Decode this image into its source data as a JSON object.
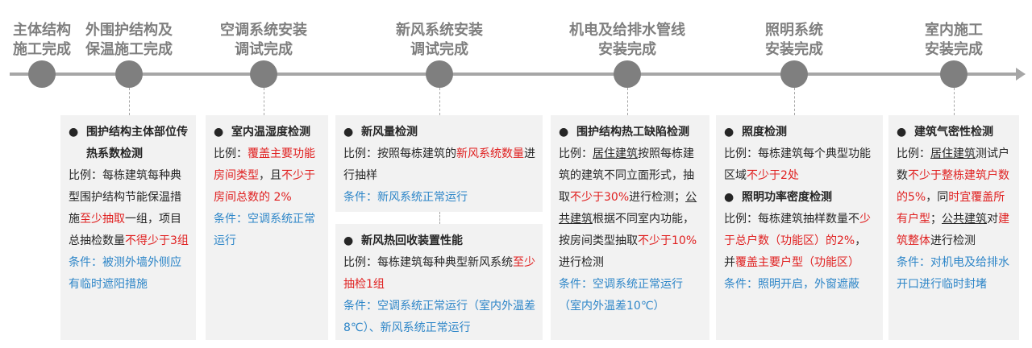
{
  "colors": {
    "node": "#7f7f7f",
    "card_bg": "#f2f2f2",
    "red": "#e02020",
    "blue": "#2e86c8"
  },
  "timeline": [
    {
      "label": [
        "主体结构",
        "施工完成"
      ]
    },
    {
      "label": [
        "外围护结构及",
        "保温施工完成"
      ]
    },
    {
      "label": [
        "空调系统安装",
        "调试完成"
      ]
    },
    {
      "label": [
        "新风系统安装",
        "调试完成"
      ]
    },
    {
      "label": [
        "机电及给排水管线",
        "安装完成"
      ]
    },
    {
      "label": [
        "照明系统",
        "安装完成"
      ]
    },
    {
      "label": [
        "室内施工",
        "安装完成"
      ]
    }
  ],
  "cards": [
    {
      "sections": [
        {
          "title": "围护结构主体部位传热系数检测",
          "paras": [
            [
              {
                "t": "比例：每栋建筑每种典型围护结构节能保温措施",
                "c": "k"
              },
              {
                "t": "至少抽取",
                "c": "r"
              },
              {
                "t": "一组，项目总抽检数量",
                "c": "k"
              },
              {
                "t": "不得少于3组",
                "c": "r"
              }
            ],
            [
              {
                "t": "条件：被测外墙外侧应有临时遮阳措施",
                "c": "b"
              }
            ]
          ]
        }
      ]
    },
    {
      "sections": [
        {
          "title": "室内温湿度检测",
          "paras": [
            [
              {
                "t": "比例：",
                "c": "k"
              },
              {
                "t": "覆盖主要功能房间类型",
                "c": "r"
              },
              {
                "t": "，且",
                "c": "k"
              },
              {
                "t": "不少于房间总数的 2%",
                "c": "r"
              }
            ],
            [
              {
                "t": "条件：空调系统正常运行",
                "c": "b"
              }
            ]
          ]
        }
      ]
    },
    {
      "sections": [
        {
          "title": "新风量检测",
          "paras": [
            [
              {
                "t": "比例：按照每栋建筑的",
                "c": "k"
              },
              {
                "t": "新风系统数量",
                "c": "r"
              },
              {
                "t": "进行抽样",
                "c": "k"
              }
            ],
            [
              {
                "t": "条件：新风系统正常运行",
                "c": "b"
              }
            ]
          ]
        }
      ]
    },
    {
      "sections": [
        {
          "title": "新风热回收装置性能",
          "paras": [
            [
              {
                "t": "比例：每栋建筑每种典型新风系统",
                "c": "k"
              },
              {
                "t": "至少抽检1组",
                "c": "r"
              }
            ],
            [
              {
                "t": "条件：空调系统正常运行（室内外温差8℃）、新风系统正常运行",
                "c": "b"
              }
            ]
          ]
        }
      ]
    },
    {
      "sections": [
        {
          "title": "围护结构热工缺陷检测",
          "paras": [
            [
              {
                "t": "比例：",
                "c": "k"
              },
              {
                "t": "居住建筑",
                "c": "k",
                "u": true
              },
              {
                "t": "按照每栋建筑的建筑不同立面形式，抽取",
                "c": "k"
              },
              {
                "t": "不少于30%",
                "c": "r"
              },
              {
                "t": "进行检测；",
                "c": "k"
              },
              {
                "t": "公共建筑",
                "c": "k",
                "u": true
              },
              {
                "t": "根据不同室内功能，按房间类型抽取",
                "c": "k"
              },
              {
                "t": "不少于10%",
                "c": "r"
              },
              {
                "t": "进行检测",
                "c": "k"
              }
            ],
            [
              {
                "t": "条件：空调系统正常运行（室内外温差10℃）",
                "c": "b"
              }
            ]
          ]
        }
      ]
    },
    {
      "sections": [
        {
          "title": "照度检测",
          "paras": [
            [
              {
                "t": "比例：每栋建筑每个典型功能区域",
                "c": "k"
              },
              {
                "t": "不少于2处",
                "c": "r"
              }
            ]
          ]
        },
        {
          "title": "照明功率密度检测",
          "paras": [
            [
              {
                "t": "比例：每栋建筑抽样数量不",
                "c": "k"
              },
              {
                "t": "少于总户数（功能区）的2%",
                "c": "r"
              },
              {
                "t": "，并",
                "c": "k"
              },
              {
                "t": "覆盖主要户型（功能区）",
                "c": "r"
              }
            ],
            [
              {
                "t": "条件：照明开启，外窗遮蔽",
                "c": "b"
              }
            ]
          ]
        }
      ]
    },
    {
      "sections": [
        {
          "title": "建筑气密性检测",
          "paras": [
            [
              {
                "t": "比例：",
                "c": "k"
              },
              {
                "t": "居住建筑",
                "c": "k",
                "u": true
              },
              {
                "t": "测试户数",
                "c": "k"
              },
              {
                "t": "不少于整栋建筑户数的5%",
                "c": "r"
              },
              {
                "t": "，同",
                "c": "k"
              },
              {
                "t": "时宜覆盖所有户型",
                "c": "r"
              },
              {
                "t": "；",
                "c": "k"
              },
              {
                "t": "公共建筑",
                "c": "k",
                "u": true
              },
              {
                "t": "对",
                "c": "k"
              },
              {
                "t": "建筑整体",
                "c": "r"
              },
              {
                "t": "进行检测",
                "c": "k"
              }
            ],
            [
              {
                "t": "条件：对机电及给排水开口进行临时封堵",
                "c": "b"
              }
            ]
          ]
        }
      ]
    }
  ]
}
